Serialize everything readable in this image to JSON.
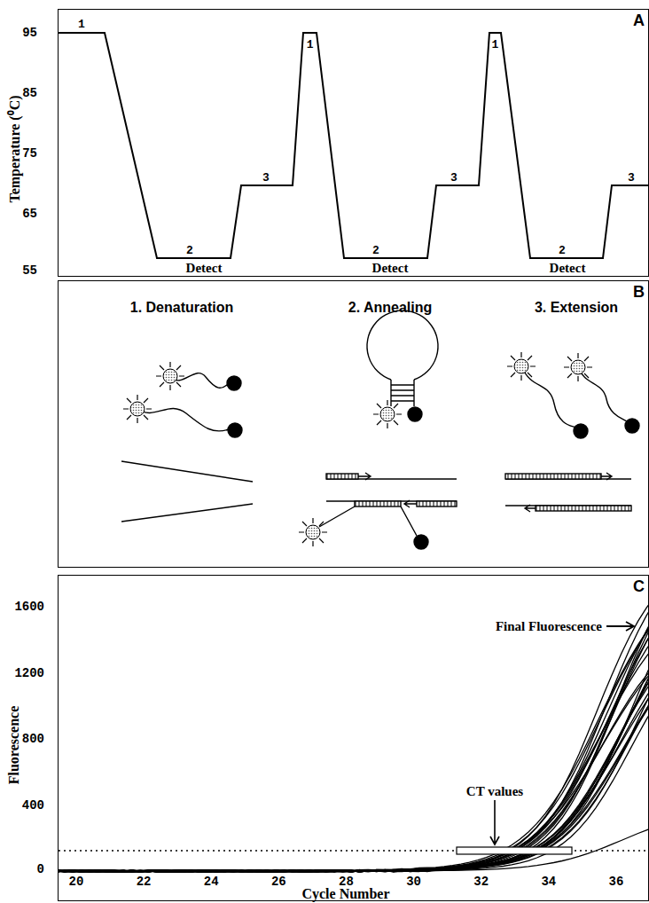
{
  "diagram": {
    "nodes": [
      {
        "text": [
          "A"
        ]
      },
      {
        "text": [
          "B"
        ]
      },
      {
        "text": [
          "C"
        ]
      }
    ],
    "labels": [
      "95",
      "85",
      "75",
      "65",
      "55",
      "Temperature (⁰C)",
      "1",
      "2",
      "Detect",
      "3",
      "1",
      "2",
      "Detect",
      "3",
      "1",
      "2",
      "Detect",
      "3",
      "1. Denaturation",
      "2. Annealing",
      "3. Extension",
      "1600",
      "1200",
      "800",
      "400",
      "0",
      "Fluorescence",
      "20",
      "22",
      "24",
      "26",
      "28",
      "30",
      "32",
      "34",
      "36",
      "Cycle Number",
      "Final Fluorescence",
      "CT values"
    ]
  }
}
